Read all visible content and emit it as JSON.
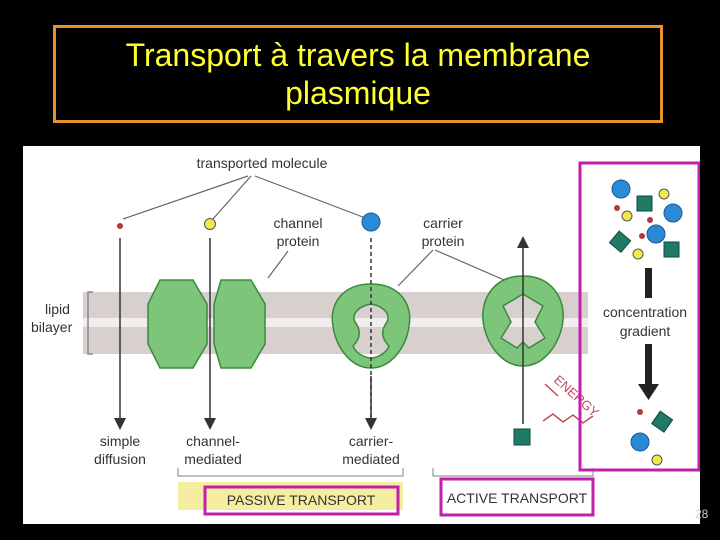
{
  "slide": {
    "title_line1": "Transport à travers la membrane",
    "title_line2": "plasmique",
    "page_number": "28"
  },
  "figure": {
    "labels": {
      "transported_molecule": "transported molecule",
      "channel_protein_1": "channel",
      "channel_protein_2": "protein",
      "carrier_protein_1": "carrier",
      "carrier_protein_2": "protein",
      "lipid_bilayer_1": "lipid",
      "lipid_bilayer_2": "bilayer",
      "energy": "ENERGY",
      "simple_diffusion_1": "simple",
      "simple_diffusion_2": "diffusion",
      "channel_mediated_1": "channel-",
      "channel_mediated_2": "mediated",
      "carrier_mediated_1": "carrier-",
      "carrier_mediated_2": "mediated",
      "concentration_gradient_1": "concentration",
      "concentration_gradient_2": "gradient",
      "passive_transport": "PASSIVE TRANSPORT",
      "active_transport": "ACTIVE TRANSPORT"
    },
    "colors": {
      "membrane": "#d8cfcf",
      "protein_green": "#7dc57a",
      "protein_dark": "#3a8a3a",
      "highlight_box": "#c21fae",
      "passive_band": "#f5eea0",
      "blue_molecule": "#2a8ad6",
      "yellow_molecule": "#f2e84a",
      "red_molecule": "#b03a3a",
      "teal_molecule": "#1f7a66"
    }
  }
}
